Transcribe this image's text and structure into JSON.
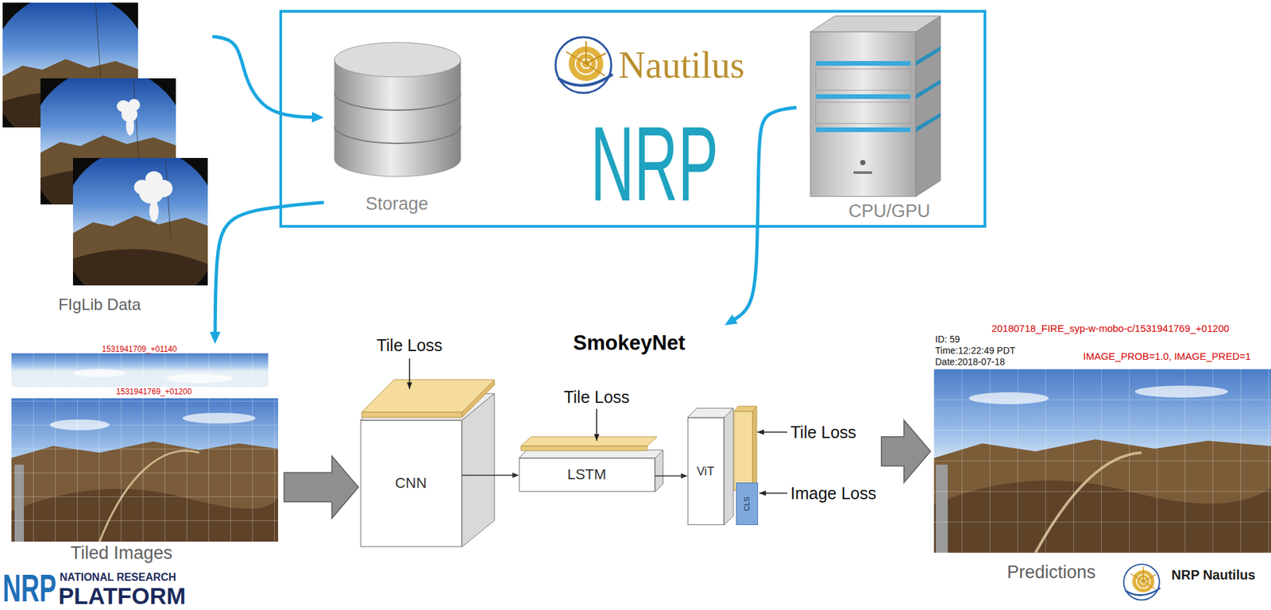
{
  "diagram": {
    "nodes": [
      {
        "text": [
          "FIgLib Data"
        ]
      },
      {
        "text": [
          "Nautilus",
          "NRP"
        ]
      },
      {
        "text": [
          "Storage"
        ],
        "in": 1
      },
      {
        "text": [
          "CPU/GPU"
        ],
        "in": 1
      },
      {
        "text": [
          "Tiled Images"
        ]
      },
      {
        "text": [
          "SmokeyNet"
        ]
      },
      {
        "text": [
          "CNN"
        ],
        "in": 5
      },
      {
        "text": [
          "LSTM"
        ],
        "in": 5
      },
      {
        "text": [
          "ViT"
        ],
        "in": 5
      },
      {
        "text": [
          "CLS"
        ],
        "in": 5
      },
      {
        "text": [
          "Predictions"
        ]
      }
    ],
    "edges": [
      {
        "from": 0,
        "to": 2,
        "arrow": "to"
      },
      {
        "from": 2,
        "to": 4,
        "arrow": "to"
      },
      {
        "from": 3,
        "to": 5,
        "arrow": "to"
      },
      {
        "from": 4,
        "to": 6,
        "arrow": "to"
      },
      {
        "from": 6,
        "to": 7,
        "arrow": "to"
      },
      {
        "from": 7,
        "to": 8,
        "arrow": "to"
      },
      {
        "from": 5,
        "to": 10,
        "arrow": "to"
      }
    ],
    "labels": [
      "1531941709_+01140",
      "1531941769_+01200",
      "Tile Loss",
      "Tile Loss",
      "Tile Loss",
      "Image Loss",
      "20180718_FIRE_syp-w-mobo-c/1531941769_+01200",
      "ID: 59",
      "Time:12:22:49 PDT",
      "Date:2018-07-18",
      "IMAGE_PROB=1.0, IMAGE_PRED=1",
      "NRP Nautilus",
      "NRP",
      "NATIONAL RESEARCH",
      "PLATFORM"
    ]
  }
}
